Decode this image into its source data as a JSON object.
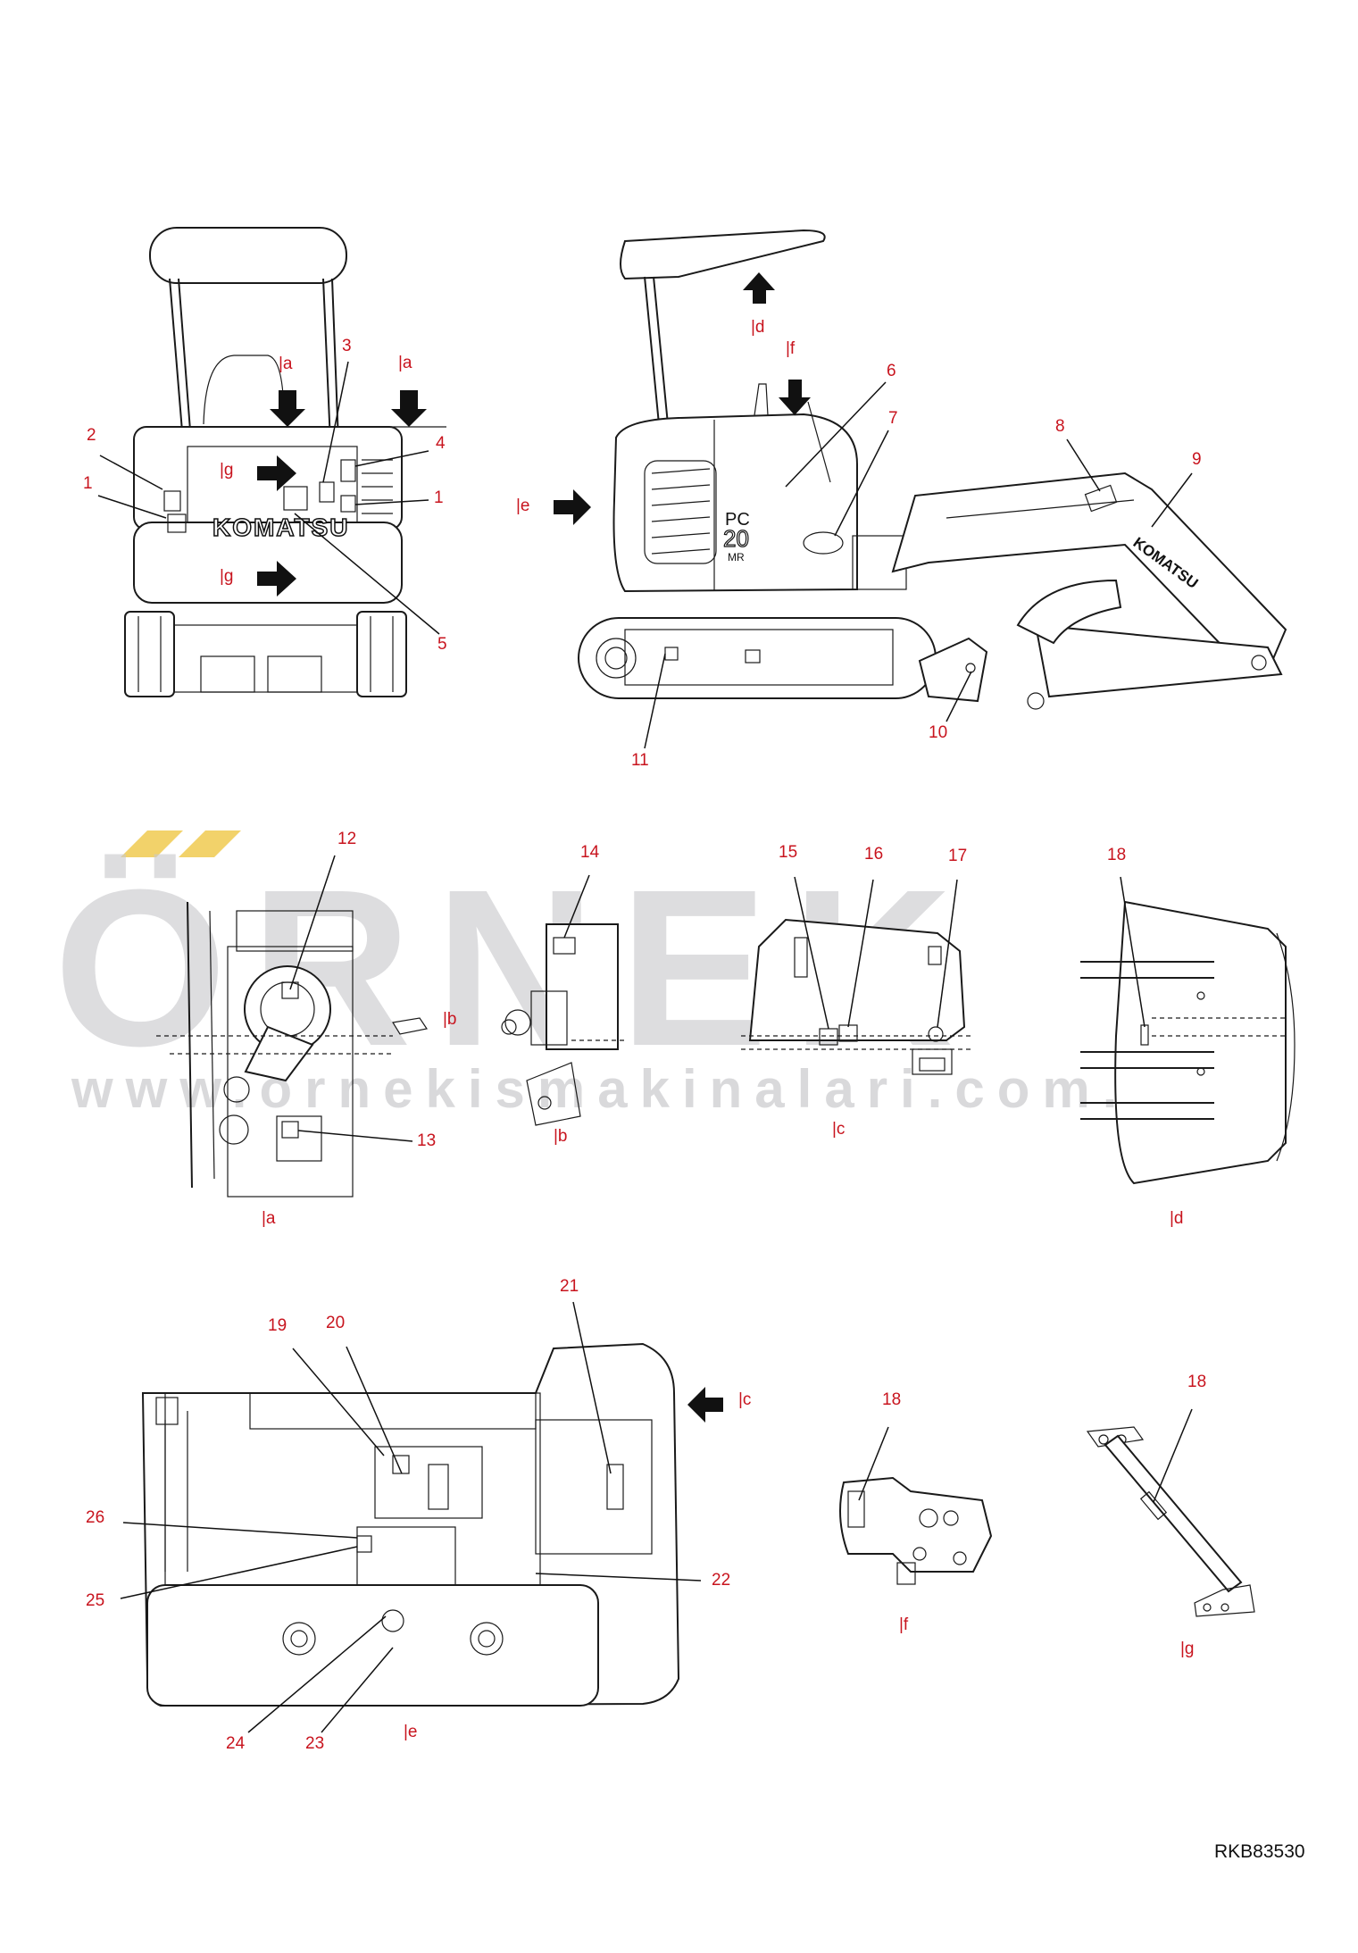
{
  "watermark": {
    "main": "ÖRNEK",
    "url": "www.ornekismakinalari.com.tr",
    "accent_color": "#f2d26a",
    "text_color": "#c9c9cc"
  },
  "callouts": [
    "1",
    "2",
    "3",
    "4",
    "5",
    "6",
    "7",
    "8",
    "9",
    "10",
    "11",
    "12",
    "13",
    "14",
    "15",
    "16",
    "17",
    "18",
    "19",
    "20",
    "21",
    "22",
    "23",
    "24",
    "25",
    "26"
  ],
  "view_tags": {
    "a": "|a",
    "b": "|b",
    "c": "|c",
    "d": "|d",
    "e": "|e",
    "f": "|f",
    "g": "|g"
  },
  "machine_text": {
    "brand": "KOMATSU",
    "model_prefix": "PC",
    "model_number": "20",
    "model_suffix": "MR"
  },
  "drawing_code": "RKB83530",
  "colors": {
    "callout": "#c8141e",
    "line": "#1a1a1a",
    "background": "#ffffff"
  }
}
